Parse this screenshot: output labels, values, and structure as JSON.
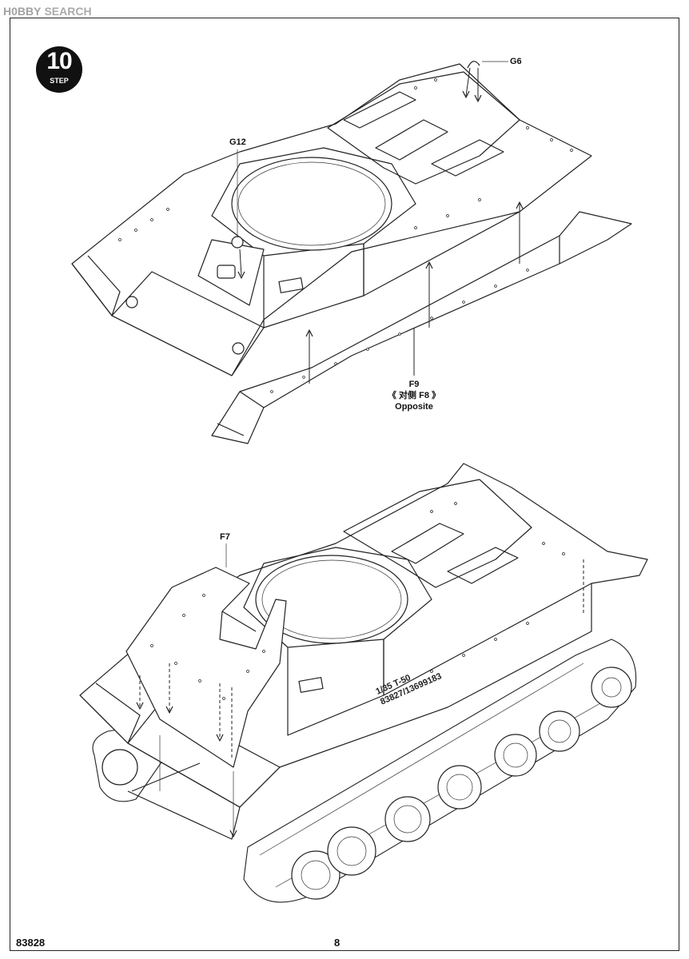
{
  "watermark": {
    "logo": "H0BBY",
    "text": "SEARCH"
  },
  "step": {
    "number": "10",
    "label": "STEP"
  },
  "callouts": {
    "g6": "G6",
    "g12": "G12",
    "f7": "F7",
    "f9": "F9",
    "opposite_cn": "《 对侧 F8 》",
    "opposite_en": "Opposite"
  },
  "hull_marking": {
    "line1": "1/35 T-50",
    "line2": "83827/13699183"
  },
  "footer": {
    "code": "83828",
    "page": "8"
  }
}
